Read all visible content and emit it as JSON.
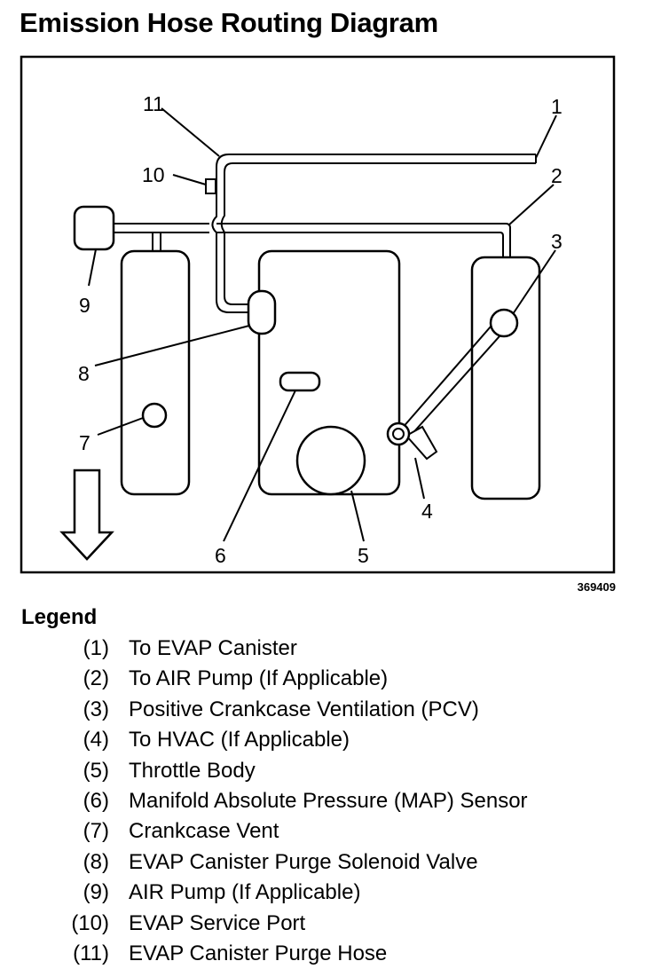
{
  "title": "Emission Hose Routing Diagram",
  "figure_id": "369409",
  "callouts": [
    "1",
    "2",
    "3",
    "4",
    "5",
    "6",
    "7",
    "8",
    "9",
    "10",
    "11"
  ],
  "legend": {
    "heading": "Legend",
    "items": [
      {
        "num": "(1)",
        "text": "To EVAP Canister"
      },
      {
        "num": "(2)",
        "text": "To AIR Pump (If Applicable)"
      },
      {
        "num": "(3)",
        "text": "Positive Crankcase Ventilation (PCV)"
      },
      {
        "num": "(4)",
        "text": "To HVAC (If Applicable)"
      },
      {
        "num": "(5)",
        "text": "Throttle Body"
      },
      {
        "num": "(6)",
        "text": "Manifold Absolute Pressure (MAP) Sensor"
      },
      {
        "num": "(7)",
        "text": "Crankcase Vent"
      },
      {
        "num": "(8)",
        "text": "EVAP Canister Purge Solenoid Valve"
      },
      {
        "num": "(9)",
        "text": "AIR Pump (If Applicable)"
      },
      {
        "num": "(10)",
        "text": "EVAP Service Port"
      },
      {
        "num": "(11)",
        "text": "EVAP Canister Purge Hose"
      }
    ]
  }
}
